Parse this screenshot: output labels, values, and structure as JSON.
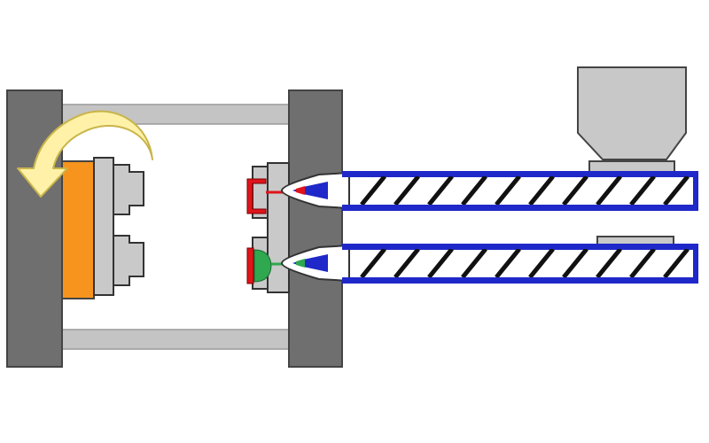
{
  "diagram": {
    "kind": "two-component injection molding machine (rotary platen)",
    "colors": {
      "platen": "#6f6f6f",
      "tie_bar": "#c4c4c4",
      "mold": "#c9c9c9",
      "rotary_plate": "#f7941d",
      "barrel": "#1f28c8",
      "screw_flight": "#111111",
      "hopper": "#c8c8c8",
      "arrow": "#fff2a8",
      "material_a": "#e0141b",
      "material_b": "#2fa84f",
      "outline": "#333333"
    },
    "rotation_arrow": {
      "direction": "counterclockwise"
    },
    "units": [
      {
        "name": "injection-unit-a",
        "material_color": "#e0141b",
        "has_hopper": true
      },
      {
        "name": "injection-unit-b",
        "material_color": "#2fa84f",
        "has_hopper": false
      }
    ]
  }
}
